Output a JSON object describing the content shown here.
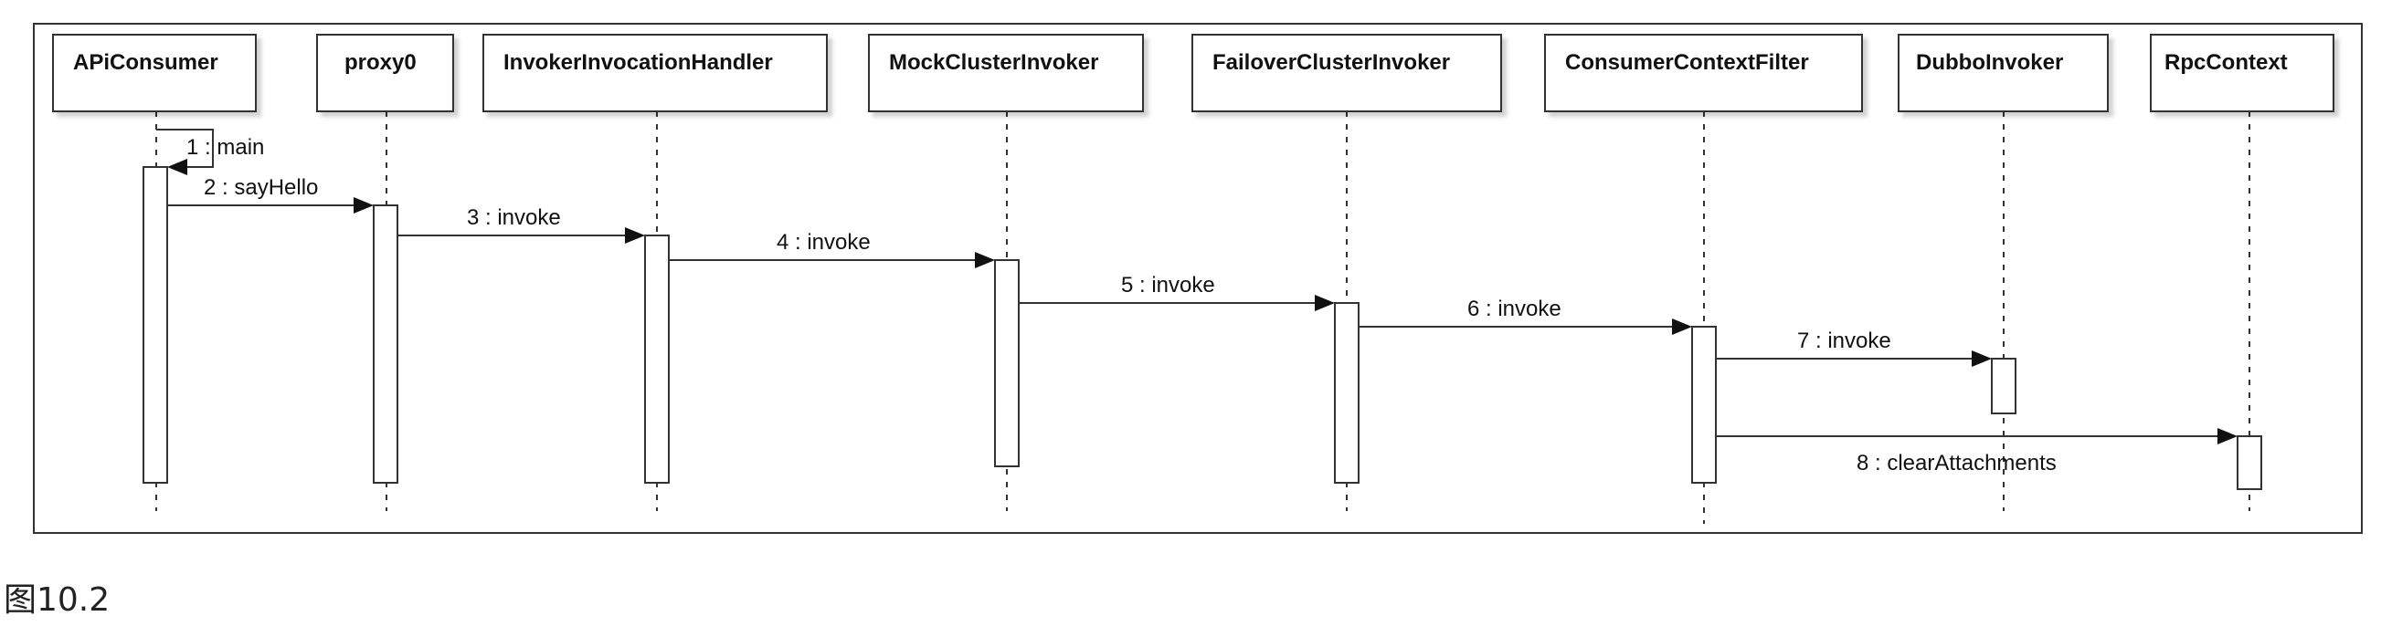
{
  "diagram": {
    "type": "uml-sequence",
    "participants": [
      {
        "id": "apiconsumer",
        "name": "APiConsumer"
      },
      {
        "id": "proxy0",
        "name": "proxy0"
      },
      {
        "id": "invokerinvocationhandler",
        "name": "InvokerInvocationHandler"
      },
      {
        "id": "mockclusterinvoker",
        "name": "MockClusterInvoker"
      },
      {
        "id": "failoverclusterinvoker",
        "name": "FailoverClusterInvoker"
      },
      {
        "id": "consumercontextfilter",
        "name": "ConsumerContextFilter"
      },
      {
        "id": "dubboinvoker",
        "name": "DubboInvoker"
      },
      {
        "id": "rpccontext",
        "name": "RpcContext"
      }
    ],
    "messages": [
      {
        "label": "1 : main",
        "from": "apiconsumer",
        "to": "apiconsumer"
      },
      {
        "label": "2 : sayHello",
        "from": "apiconsumer",
        "to": "proxy0"
      },
      {
        "label": "3 : invoke",
        "from": "proxy0",
        "to": "invokerinvocationhandler"
      },
      {
        "label": "4 : invoke",
        "from": "invokerinvocationhandler",
        "to": "mockclusterinvoker"
      },
      {
        "label": "5 : invoke",
        "from": "mockclusterinvoker",
        "to": "failoverclusterinvoker"
      },
      {
        "label": "6 : invoke",
        "from": "failoverclusterinvoker",
        "to": "consumercontextfilter"
      },
      {
        "label": "7 : invoke",
        "from": "consumercontextfilter",
        "to": "dubboinvoker"
      },
      {
        "label": "8 : clearAttachments",
        "from": "consumercontextfilter",
        "to": "rpccontext"
      }
    ]
  },
  "caption": "图10.2"
}
